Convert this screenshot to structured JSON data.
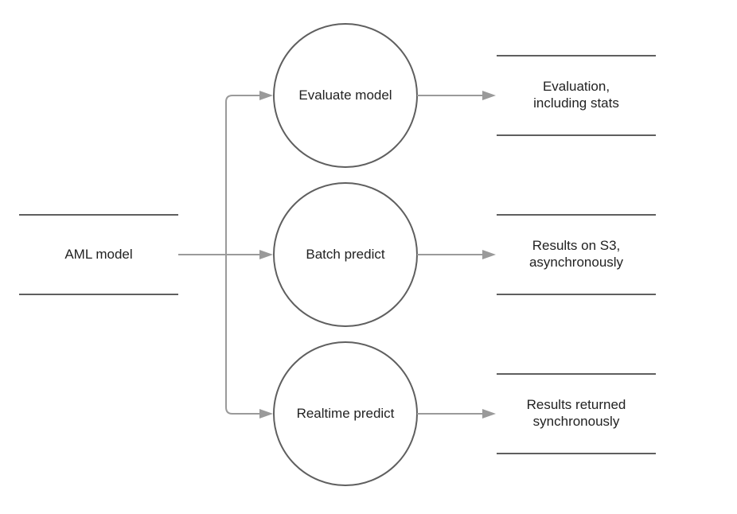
{
  "source": {
    "label": "AML model"
  },
  "processes": [
    {
      "name": "evaluate-model",
      "label": "Evaluate model"
    },
    {
      "name": "batch-predict",
      "label": "Batch predict"
    },
    {
      "name": "realtime-predict",
      "label": "Realtime predict"
    }
  ],
  "outputs": [
    {
      "name": "evaluation",
      "lines": [
        "Evaluation,",
        "including stats"
      ]
    },
    {
      "name": "s3-results",
      "lines": [
        "Results on S3,",
        "asynchronously"
      ]
    },
    {
      "name": "sync-results",
      "lines": [
        "Results returned",
        "synchronously"
      ]
    }
  ],
  "colors": {
    "node_stroke": "#5f5f5f",
    "connector": "#9a9a9a",
    "text": "#222222"
  }
}
